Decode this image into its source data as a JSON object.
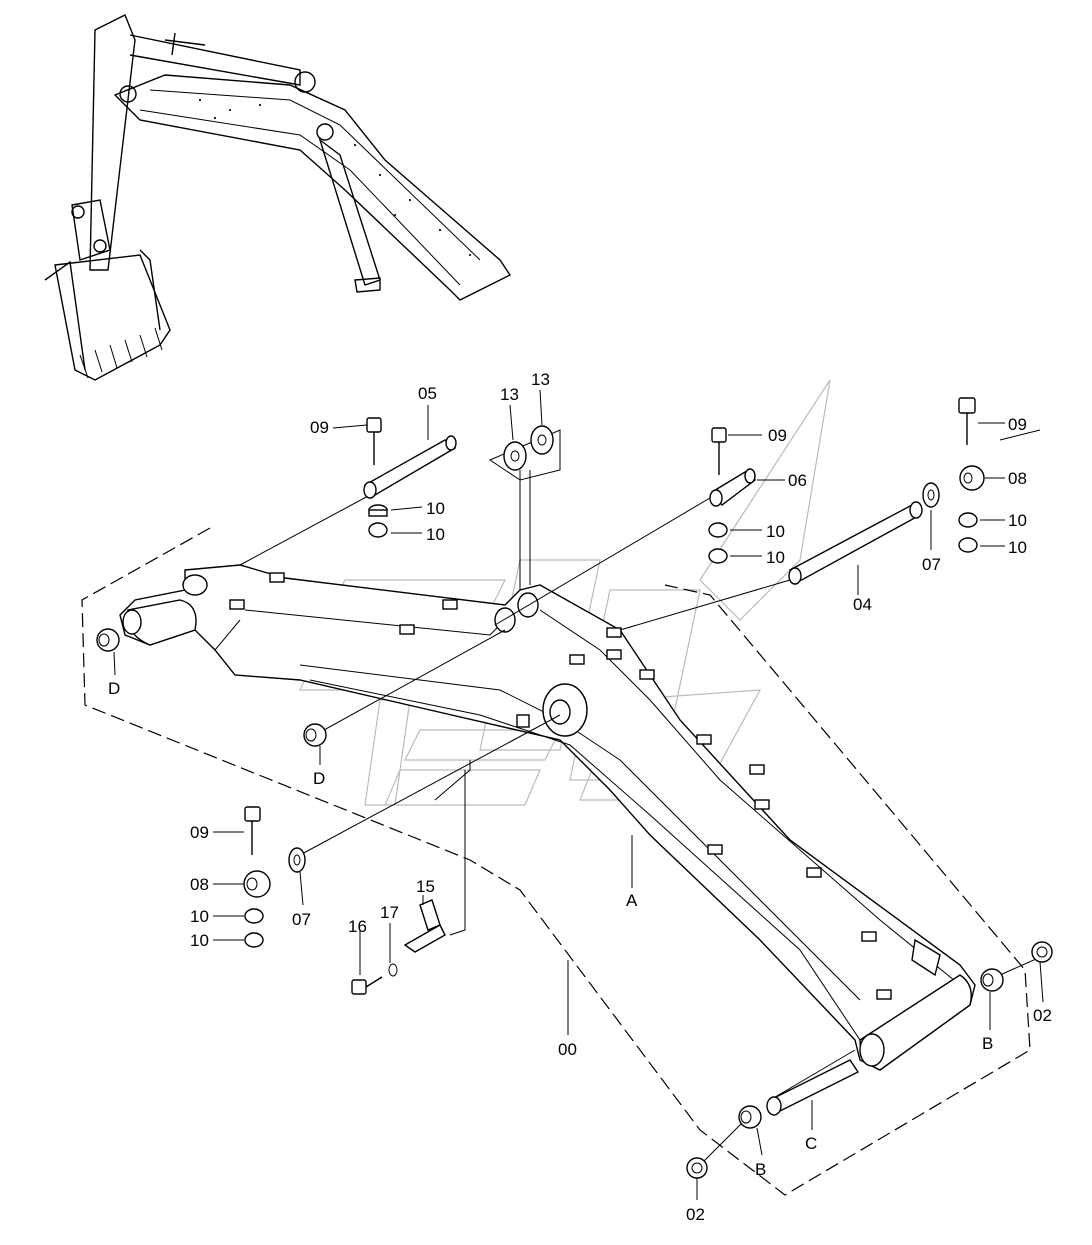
{
  "callouts": {
    "c00": "00",
    "c02a": "02",
    "c02b": "02",
    "c04": "04",
    "c05": "05",
    "c06": "06",
    "c07a": "07",
    "c07b": "07",
    "c08a": "08",
    "c08b": "08",
    "c09a": "09",
    "c09b": "09",
    "c09c": "09",
    "c09d": "09",
    "c10a": "10",
    "c10b": "10",
    "c10c": "10",
    "c10d": "10",
    "c10e": "10",
    "c10f": "10",
    "c10g": "10",
    "c10h": "10",
    "c13a": "13",
    "c13b": "13",
    "c15": "15",
    "c16": "16",
    "c17": "17",
    "cA": "A",
    "cBa": "B",
    "cBb": "B",
    "cC": "C",
    "cDa": "D",
    "cDb": "D"
  }
}
